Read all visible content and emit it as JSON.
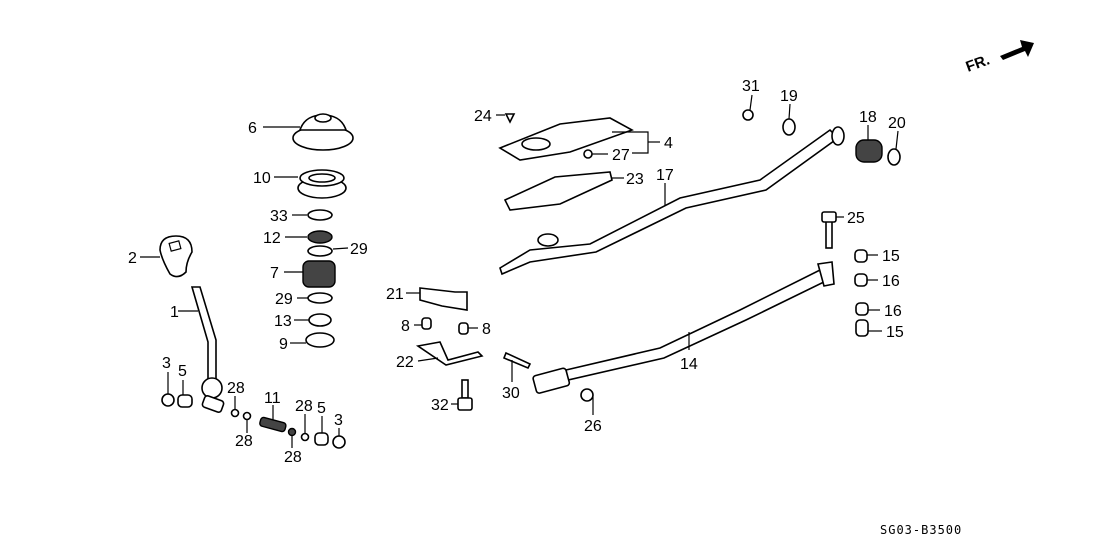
{
  "diagram": {
    "title_code": "SG03-B3500",
    "direction_indicator": "FR.",
    "callouts": [
      {
        "id": "c1",
        "label": "1"
      },
      {
        "id": "c2",
        "label": "2"
      },
      {
        "id": "c3a",
        "label": "3"
      },
      {
        "id": "c3b",
        "label": "3"
      },
      {
        "id": "c4",
        "label": "4"
      },
      {
        "id": "c5a",
        "label": "5"
      },
      {
        "id": "c5b",
        "label": "5"
      },
      {
        "id": "c6",
        "label": "6"
      },
      {
        "id": "c7",
        "label": "7"
      },
      {
        "id": "c8a",
        "label": "8"
      },
      {
        "id": "c8b",
        "label": "8"
      },
      {
        "id": "c9",
        "label": "9"
      },
      {
        "id": "c10",
        "label": "10"
      },
      {
        "id": "c11",
        "label": "11"
      },
      {
        "id": "c12",
        "label": "12"
      },
      {
        "id": "c13",
        "label": "13"
      },
      {
        "id": "c14",
        "label": "14"
      },
      {
        "id": "c15a",
        "label": "15"
      },
      {
        "id": "c15b",
        "label": "15"
      },
      {
        "id": "c16a",
        "label": "16"
      },
      {
        "id": "c16b",
        "label": "16"
      },
      {
        "id": "c17",
        "label": "17"
      },
      {
        "id": "c18",
        "label": "18"
      },
      {
        "id": "c19",
        "label": "19"
      },
      {
        "id": "c20",
        "label": "20"
      },
      {
        "id": "c21",
        "label": "21"
      },
      {
        "id": "c22",
        "label": "22"
      },
      {
        "id": "c23",
        "label": "23"
      },
      {
        "id": "c24",
        "label": "24"
      },
      {
        "id": "c25",
        "label": "25"
      },
      {
        "id": "c26",
        "label": "26"
      },
      {
        "id": "c27",
        "label": "27"
      },
      {
        "id": "c28a",
        "label": "28"
      },
      {
        "id": "c28b",
        "label": "28"
      },
      {
        "id": "c28c",
        "label": "28"
      },
      {
        "id": "c28d",
        "label": "28"
      },
      {
        "id": "c29a",
        "label": "29"
      },
      {
        "id": "c29b",
        "label": "29"
      },
      {
        "id": "c30",
        "label": "30"
      },
      {
        "id": "c31",
        "label": "31"
      },
      {
        "id": "c32",
        "label": "32"
      },
      {
        "id": "c33",
        "label": "33"
      }
    ]
  }
}
